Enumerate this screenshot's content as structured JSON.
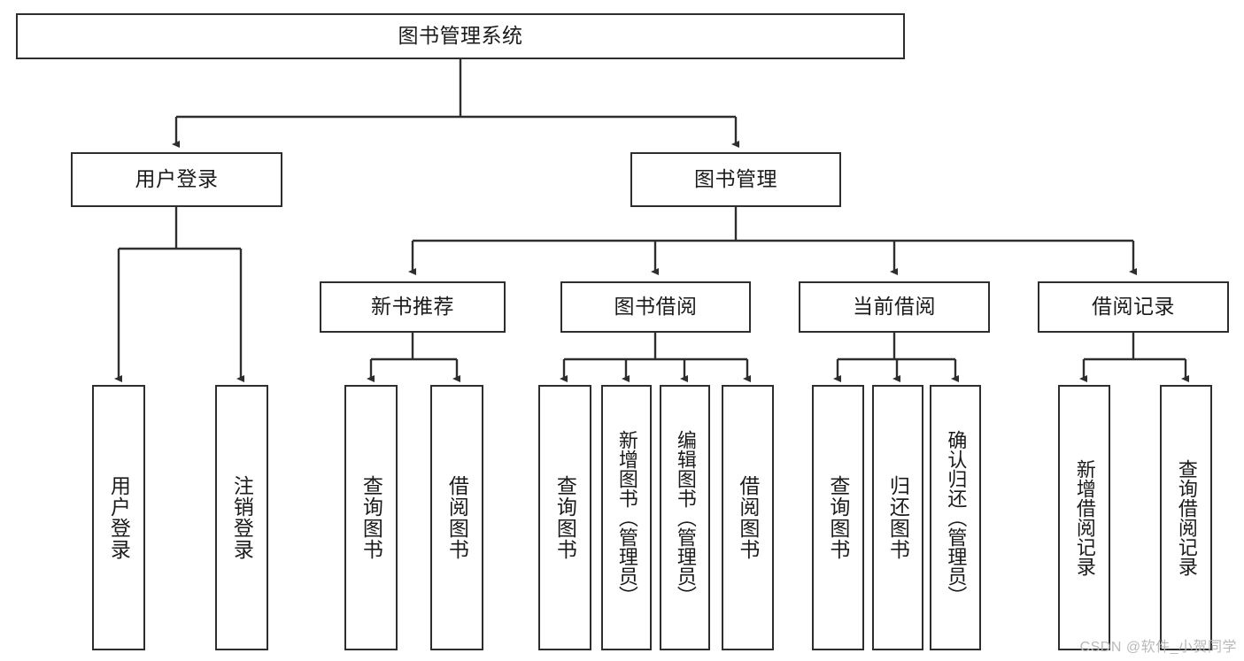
{
  "diagram": {
    "title": "图书管理系统",
    "type": "tree-hierarchy",
    "watermark": "CSDN @软件_小贺同学",
    "line_color": "#2e2e2e",
    "box_fill": "#ffffff",
    "text_color": "#1b1b1b",
    "nodes": {
      "root": {
        "label": "图书管理系统"
      },
      "level1": [
        {
          "label": "用户登录"
        },
        {
          "label": "图书管理"
        }
      ],
      "level2": [
        {
          "label": "新书推荐"
        },
        {
          "label": "图书借阅"
        },
        {
          "label": "当前借阅"
        },
        {
          "label": "借阅记录"
        }
      ],
      "leaves": {
        "user_login": [
          {
            "label": "用户登录"
          },
          {
            "label": "注销登录"
          }
        ],
        "new_book_recommend": [
          {
            "label": "查询图书"
          },
          {
            "label": "借阅图书"
          }
        ],
        "book_borrow": [
          {
            "label": "查询图书"
          },
          {
            "label": "新增图书（管理员）"
          },
          {
            "label": "编辑图书（管理员）"
          },
          {
            "label": "借阅图书"
          }
        ],
        "current_borrow": [
          {
            "label": "查询图书"
          },
          {
            "label": "归还图书"
          },
          {
            "label": "确认归还（管理员）"
          }
        ],
        "borrow_record": [
          {
            "label": "新增借阅记录"
          },
          {
            "label": "查询借阅记录"
          }
        ]
      }
    }
  }
}
